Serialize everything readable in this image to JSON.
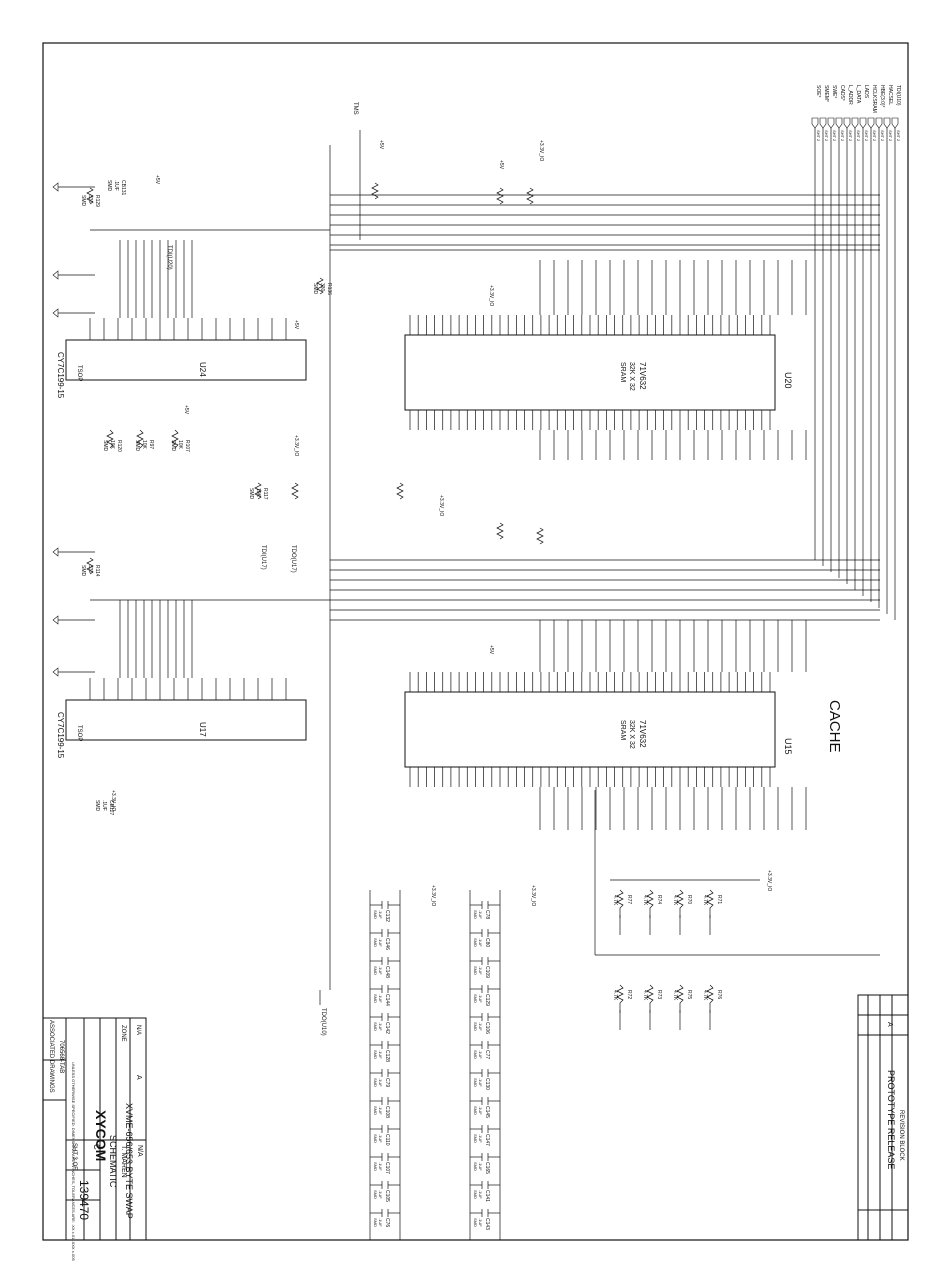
{
  "colors": {
    "ink": "#111111",
    "paper": "#ffffff"
  },
  "net_labels": {
    "tms": "TMS",
    "tdo_u10": "TDO(U10)",
    "tdi_u20": "TDI(U20)",
    "tdi_u17": "TDI(U17)",
    "tdo_u17": "TDO(U17)",
    "cache": "CACHE",
    "reset": "+5V"
  },
  "power": {
    "p5v": "+5V",
    "p33v": "+3.3V_IO",
    "p33": "+3.3V"
  },
  "top_ports": [
    "TDI(U10)",
    "HACSEL",
    "HBE(3:0)*",
    "HCLKSRAM",
    "LADS",
    "L_DATA",
    "L_ADDR",
    "CADS*",
    "SWE*",
    "SMEM*",
    "SOE*"
  ],
  "top_ports_refs": [
    "SHT 2",
    "SHT 2",
    "SHT 2",
    "SHT 2",
    "SHT 2",
    "SHT 2",
    "SHT 2",
    "SHT 2",
    "SHT 2",
    "SHT 2",
    "SHT 2"
  ],
  "components": {
    "u24": {
      "ref": "U24",
      "part": "CY7C199-15",
      "pkg": "TSOP"
    },
    "u17": {
      "ref": "U17",
      "part": "CY7C199-15",
      "pkg": "TSOP"
    },
    "u20": {
      "ref": "U20",
      "part": "71V632",
      "desc": "32K X 32",
      "type": "SRAM"
    },
    "u15": {
      "ref": "U15",
      "part": "71V632",
      "desc": "32K X 32",
      "type": "SRAM"
    },
    "c131": {
      "ref": "CB131",
      "val": ".1UF",
      "pkg": "SMD"
    },
    "c127": {
      "ref": "CB127",
      "val": ".1UF",
      "pkg": "SMD"
    },
    "r129": {
      "ref": "R129",
      "val": "330",
      "pkg": "SMD"
    },
    "r114": {
      "ref": "R114",
      "val": "330",
      "pkg": "SMD"
    },
    "r136": {
      "ref": "R136",
      "val": "330",
      "pkg": "SMD"
    },
    "r120": {
      "ref": "R120",
      "val": "10K",
      "pkg": "SMD"
    },
    "r97": {
      "ref": "R97",
      "val": "10K",
      "pkg": "SMD"
    },
    "r107": {
      "ref": "R107",
      "val": "10K",
      "pkg": "SMD"
    },
    "r117": {
      "ref": "R117",
      "val": "10K",
      "pkg": "SMD"
    }
  },
  "caps_row1": [
    "C132",
    "C146",
    "C148",
    "C144",
    "C142",
    "C128",
    "C79",
    "C108",
    "C110",
    "C107",
    "C105",
    "C76"
  ],
  "caps_row2": [
    "C78",
    "C80",
    "C109",
    "C129",
    "C106",
    "C77",
    "C130",
    "C145",
    "C147",
    "C165",
    "C141",
    "C143"
  ],
  "cap_val": ".1UF",
  "cap_pkg": "SMD",
  "pullups": [
    "R77",
    "R74",
    "R70",
    "R71",
    "R72",
    "R73",
    "R75",
    "R76"
  ],
  "pullup_val": "4.7K",
  "title_block": {
    "company": "XYCOM",
    "drawing_type": "SCHEMATIC",
    "title": "XVME-656/653 BYTE SWAP",
    "dwg_no": "139470",
    "size": "C",
    "rev": "A",
    "sheet": "SHT 3 OF",
    "assoc_drawings": "ASSOCIATED DRAWINGS",
    "next_assy": "706568-TAB",
    "engineer": "T. MAREN",
    "date": "N/A",
    "release": "PROTOTYPE RELEASE",
    "revision_block": "REVISION BLOCK",
    "rev_letter": "A",
    "zone": "ZONE",
    "notes": "UNLESS OTHERWISE SPECIFIED: DIMENSIONS ARE IN INCHES, TOLERANCES ARE: .XX ±.01 .XXX ±.005",
    "nts": "N/A"
  }
}
